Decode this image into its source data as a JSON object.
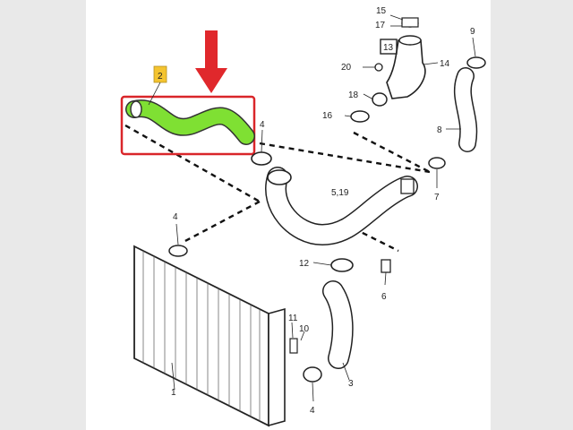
{
  "labels": {
    "p1": "1",
    "p2": "2",
    "p3": "3",
    "p4a": "4",
    "p4b": "4",
    "p4c": "4",
    "p5_19": "5,19",
    "p6": "6",
    "p7": "7",
    "p8": "8",
    "p9": "9",
    "p10": "10",
    "p11": "11",
    "p12": "12",
    "p13": "13",
    "p14": "14",
    "p15": "15",
    "p16": "16",
    "p17": "17",
    "p18": "18",
    "p20": "20"
  },
  "colors": {
    "highlight_hose": "#7fe033",
    "highlight_box": "#d9262a",
    "arrow": "#e0282c",
    "badge": "#f4c430",
    "side_panels": "#e9e9e9"
  }
}
